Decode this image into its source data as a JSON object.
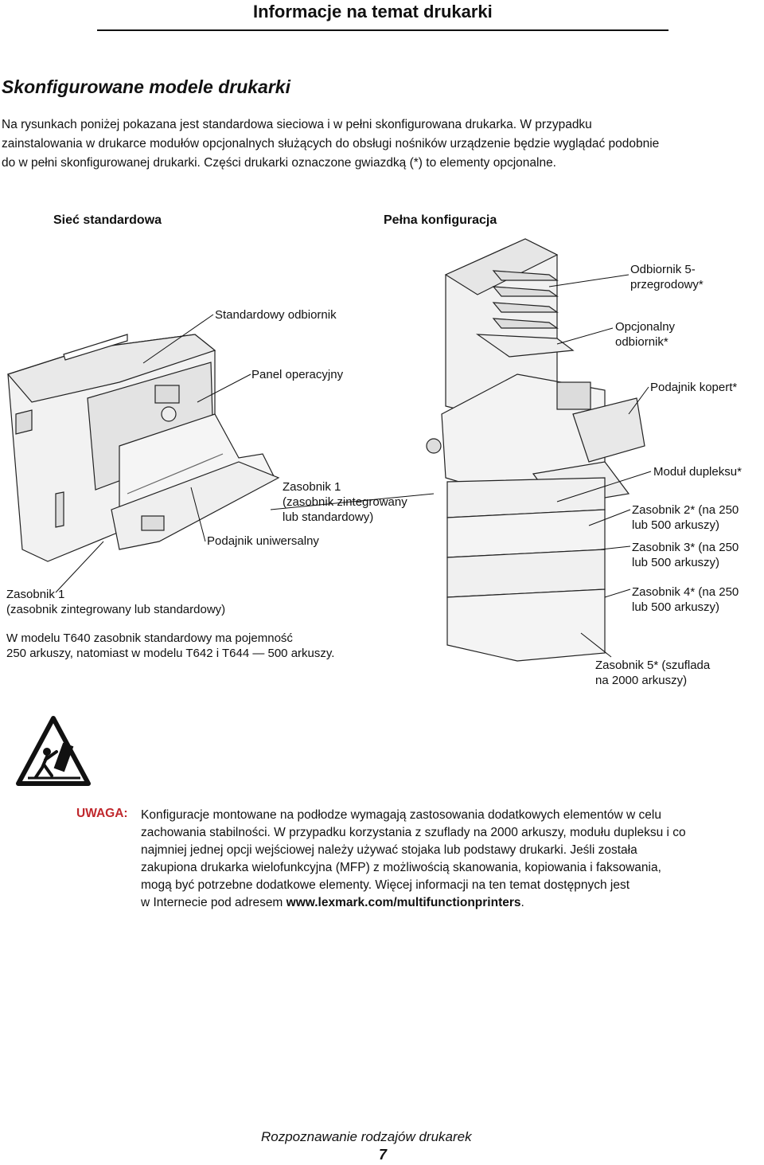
{
  "header": {
    "title": "Informacje na temat drukarki"
  },
  "section": {
    "title": "Skonfigurowane modele drukarki"
  },
  "intro": {
    "lines": [
      "Na rysunkach poniżej pokazana jest standardowa sieciowa i w pełni skonfigurowana drukarka. W przypadku",
      "zainstalowania w drukarce modułów opcjonalnych służących do obsługi nośników urządzenie będzie wyglądać podobnie",
      "do w pełni skonfigurowanej drukarki. Części drukarki oznaczone gwiazdką (*) to elementy opcjonalne."
    ]
  },
  "figure": {
    "left_heading": "Sieć standardowa",
    "right_heading": "Pełna konfiguracja",
    "labels": {
      "standard_bin": "Standardowy odbiornik",
      "operator_panel": "Panel operacyjny",
      "tray1_center_l1": "Zasobnik 1",
      "tray1_center_l2": "(zasobnik zintegrowany",
      "tray1_center_l3": "lub standardowy)",
      "mp_feeder": "Podajnik uniwersalny",
      "tray1_left_l1": "Zasobnik 1",
      "tray1_left_l2": "(zasobnik zintegrowany lub standardowy)",
      "mailbox_l1": "Odbiornik 5-",
      "mailbox_l2": "przegrodowy*",
      "output_exp_l1": "Opcjonalny",
      "output_exp_l2": "odbiornik*",
      "envelope_feeder": "Podajnik kopert*",
      "duplex": "Moduł dupleksu*",
      "tray2_l1": "Zasobnik 2* (na 250",
      "tray2_l2": "lub 500 arkuszy)",
      "tray3_l1": "Zasobnik 3* (na 250",
      "tray3_l2": "lub 500 arkuszy)",
      "tray4_l1": "Zasobnik 4* (na 250",
      "tray4_l2": "lub 500 arkuszy)",
      "tray5_l1": "Zasobnik 5* (szuflada",
      "tray5_l2": "na 2000 arkuszy)"
    },
    "note_l1": "W modelu T640 zasobnik standardowy ma pojemność",
    "note_l2": "250 arkuszy, natomiast w modelu T642 i T644 — 500 arkuszy."
  },
  "caution": {
    "label": "UWAGA:",
    "lines": [
      "Konfiguracje montowane na podłodze wymagają zastosowania dodatkowych elementów w celu",
      "zachowania stabilności. W przypadku korzystania z szuflady na 2000 arkuszy, modułu dupleksu i co",
      "najmniej jednej opcji wejściowej należy używać stojaka lub podstawy drukarki. Jeśli została",
      "zakupiona drukarka wielofunkcyjna (MFP) z możliwością skanowania, kopiowania i faksowania,",
      "mogą być potrzebne dodatkowe elementy. Więcej informacji na ten temat dostępnych jest"
    ],
    "last_prefix": "w Internecie pod adresem ",
    "last_link": "www.lexmark.com/multifunctionprinters",
    "last_suffix": "."
  },
  "footer": {
    "title": "Rozpoznawanie rodzajów drukarek",
    "page": "7"
  }
}
